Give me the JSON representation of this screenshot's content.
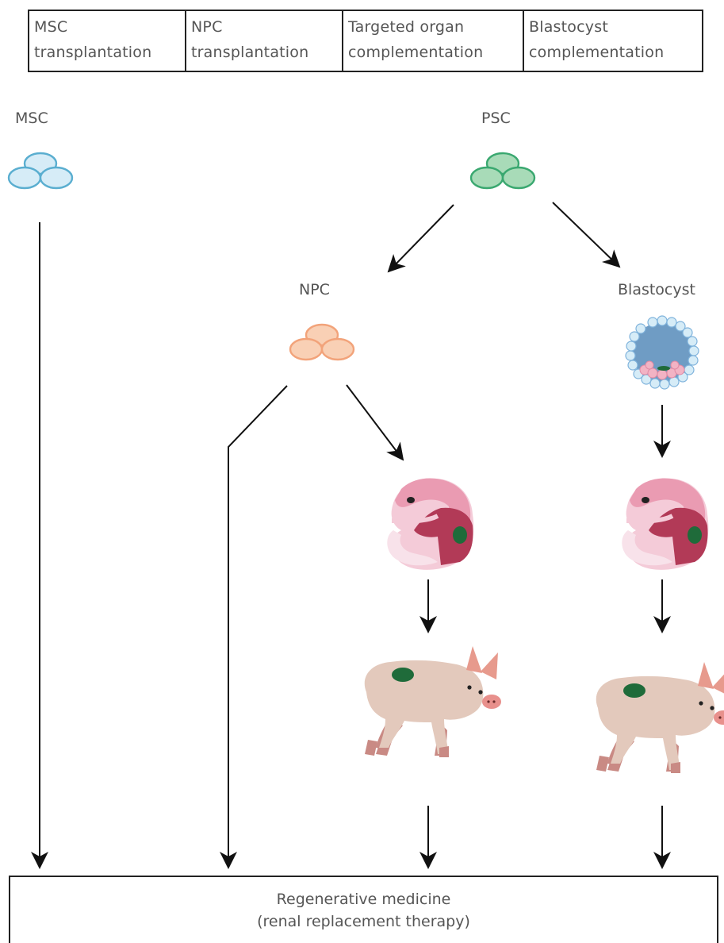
{
  "legend": {
    "columns": [
      {
        "line1": "MSC",
        "line2": "transplantation"
      },
      {
        "line1": "NPC",
        "line2": "transplantation"
      },
      {
        "line1": "Targeted organ",
        "line2": "complementation"
      },
      {
        "line1": "Blastocyst",
        "line2": "complementation"
      }
    ]
  },
  "nodes": {
    "msc": "MSC",
    "psc": "PSC",
    "npc": "NPC",
    "blastocyst": "Blastocyst"
  },
  "outcome": {
    "line1": "Regenerative medicine",
    "line2": "(renal replacement therapy)"
  },
  "colors": {
    "msc_cells": "#5aaed0",
    "psc_cells": "#3aa870",
    "npc_cells": "#f2a37a",
    "blastocyst_cavity": "#6f9cc4",
    "embryo_pink": "#f2b3c4",
    "organ_red": "#b33a57",
    "kidney_green": "#1f6b3a",
    "pig_body": "#e3c9bc",
    "pig_legs": "#c98a84",
    "arrow": "#111111"
  }
}
